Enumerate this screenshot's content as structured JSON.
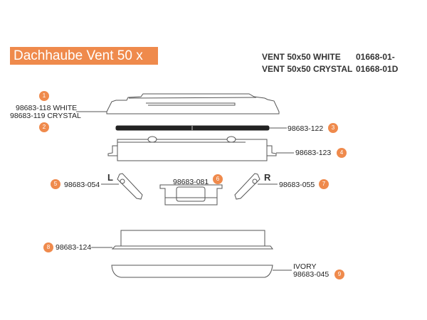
{
  "title": "Dachhaube Vent 50 x 50",
  "header": {
    "rows": [
      {
        "name": "VENT 50x50 WHITE",
        "code": "01668-01-"
      },
      {
        "name": "VENT 50x50 CRYSTAL",
        "code": "01668-01D"
      }
    ]
  },
  "parts": [
    {
      "num": "1",
      "label": "98683-118  WHITE"
    },
    {
      "num": "2",
      "label": "98683-119  CRYSTAL"
    },
    {
      "num": "3",
      "label": "98683-122"
    },
    {
      "num": "4",
      "label": "98683-123"
    },
    {
      "num": "5",
      "label": "98683-054",
      "side": "L"
    },
    {
      "num": "6",
      "label": "98683-081"
    },
    {
      "num": "7",
      "label": "98683-055",
      "side": "R"
    },
    {
      "num": "8",
      "label": "98683-124"
    },
    {
      "num": "9",
      "label": "98683-045",
      "note": "IVORY"
    }
  ],
  "accent": "#ef8a4c"
}
